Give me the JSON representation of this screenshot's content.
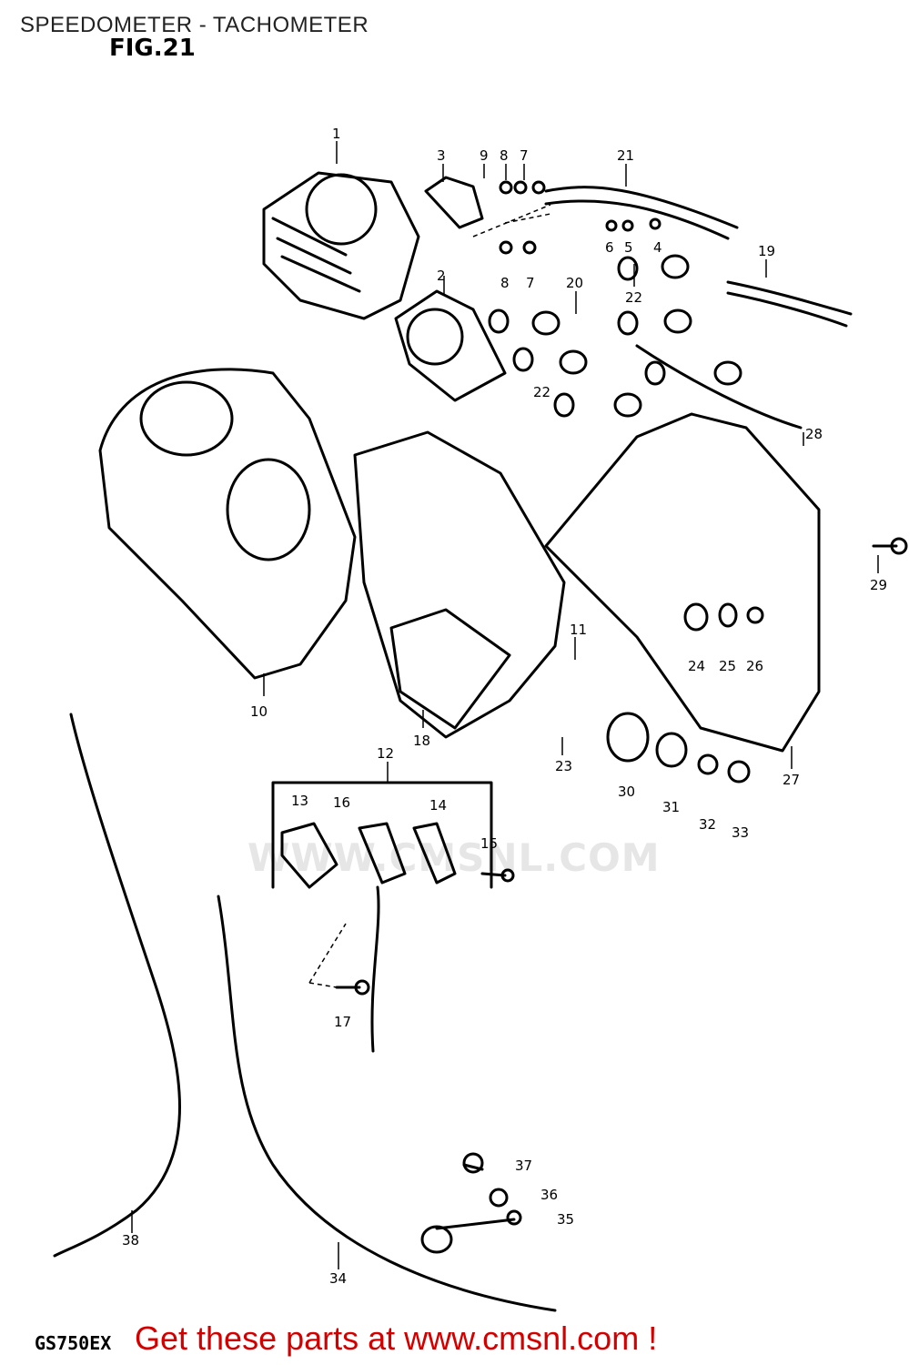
{
  "header": {
    "title": "SPEEDOMETER - TACHOMETER",
    "figure": "FIG.21"
  },
  "footer": {
    "model": "GS750EX",
    "promo": "Get these parts at www.cmsnl.com !"
  },
  "watermark": "WWW.CMSNL.COM",
  "colors": {
    "promo": "#d40000",
    "line": "#000000",
    "watermark": "#e6e6e6"
  },
  "callouts": [
    {
      "id": "c1",
      "text": "1"
    },
    {
      "id": "c2",
      "text": "2"
    },
    {
      "id": "c3",
      "text": "3"
    },
    {
      "id": "c4",
      "text": "4"
    },
    {
      "id": "c5",
      "text": "5"
    },
    {
      "id": "c6",
      "text": "6"
    },
    {
      "id": "c7a",
      "text": "7"
    },
    {
      "id": "c7b",
      "text": "7"
    },
    {
      "id": "c8a",
      "text": "8"
    },
    {
      "id": "c8b",
      "text": "8"
    },
    {
      "id": "c9",
      "text": "9"
    },
    {
      "id": "c10",
      "text": "10"
    },
    {
      "id": "c11",
      "text": "11"
    },
    {
      "id": "c12",
      "text": "12"
    },
    {
      "id": "c13",
      "text": "13"
    },
    {
      "id": "c14",
      "text": "14"
    },
    {
      "id": "c15",
      "text": "15"
    },
    {
      "id": "c16",
      "text": "16"
    },
    {
      "id": "c17",
      "text": "17"
    },
    {
      "id": "c18",
      "text": "18"
    },
    {
      "id": "c19",
      "text": "19"
    },
    {
      "id": "c20",
      "text": "20"
    },
    {
      "id": "c21",
      "text": "21"
    },
    {
      "id": "c22a",
      "text": "22"
    },
    {
      "id": "c22b",
      "text": "22"
    },
    {
      "id": "c23",
      "text": "23"
    },
    {
      "id": "c24",
      "text": "24"
    },
    {
      "id": "c25",
      "text": "25"
    },
    {
      "id": "c26",
      "text": "26"
    },
    {
      "id": "c27",
      "text": "27"
    },
    {
      "id": "c28",
      "text": "28"
    },
    {
      "id": "c29",
      "text": "29"
    },
    {
      "id": "c30",
      "text": "30"
    },
    {
      "id": "c31",
      "text": "31"
    },
    {
      "id": "c32",
      "text": "32"
    },
    {
      "id": "c33",
      "text": "33"
    },
    {
      "id": "c34",
      "text": "34"
    },
    {
      "id": "c35",
      "text": "35"
    },
    {
      "id": "c36",
      "text": "36"
    },
    {
      "id": "c37",
      "text": "37"
    },
    {
      "id": "c38",
      "text": "38"
    }
  ]
}
